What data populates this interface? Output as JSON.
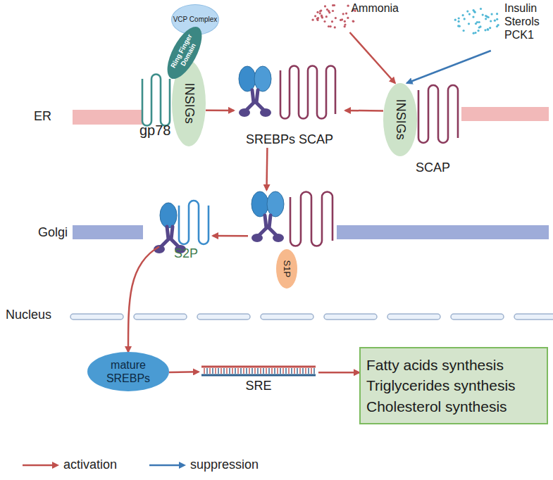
{
  "diagram": {
    "nodes": [
      {
        "text": [
          "Ammonia"
        ]
      },
      {
        "text": [
          "Insulin Sterols PCK1"
        ]
      },
      {
        "text": [
          "VCP Complex"
        ]
      },
      {
        "text": [
          "Ring Finger Domain"
        ]
      },
      {
        "text": [
          "INSIGs"
        ]
      },
      {
        "text": [
          "SREBPs SCAP"
        ]
      },
      {
        "text": [
          "INSIGs"
        ]
      },
      {
        "text": [
          "S1P"
        ]
      },
      {
        "text": [
          "S2P"
        ]
      },
      {
        "text": [
          "mature SREBPs"
        ]
      },
      {
        "text": [
          "SRE"
        ]
      },
      {
        "text": [
          "Fatty acids synthesis",
          "Triglycerides synthesis",
          "Cholesterol synthesis"
        ]
      }
    ],
    "edges": [
      {
        "from": 0,
        "to": 6,
        "arrow": "to"
      },
      {
        "from": 1,
        "to": 6,
        "arrow": "to"
      },
      {
        "from": 4,
        "to": 5,
        "arrow": "to"
      },
      {
        "from": 6,
        "to": 5,
        "arrow": "to"
      },
      {
        "from": 5,
        "to": 7,
        "arrow": "to"
      },
      {
        "from": 7,
        "to": 8,
        "arrow": "to"
      },
      {
        "from": 8,
        "to": 9,
        "arrow": "to"
      },
      {
        "from": 9,
        "to": 10,
        "arrow": "to"
      },
      {
        "from": 10,
        "to": 11,
        "arrow": "to"
      }
    ],
    "labels": [
      "ER",
      "Golgi",
      "Nucleus",
      "gp78",
      "SCAP"
    ],
    "legend": [
      {
        "text": "activation"
      },
      {
        "text": "suppression"
      }
    ]
  }
}
